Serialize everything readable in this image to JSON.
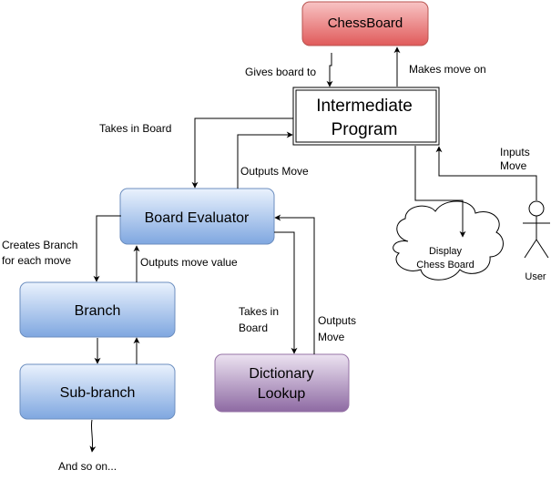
{
  "nodes": {
    "chessboard": {
      "label": "ChessBoard",
      "fill_top": "#f7b4b4",
      "fill_bottom": "#e05555",
      "stroke": "#b85450"
    },
    "intermediate": {
      "line1": "Intermediate",
      "line2": "Program"
    },
    "board_evaluator": {
      "label": "Board Evaluator",
      "fill_top": "#dae8fc",
      "fill_bottom": "#7ea6e0",
      "stroke": "#6c8ebf"
    },
    "branch": {
      "label": "Branch"
    },
    "sub_branch": {
      "label": "Sub-branch"
    },
    "dictionary": {
      "line1": "Dictionary",
      "line2": "Lookup",
      "fill_top": "#e1d5e7",
      "fill_bottom": "#8e6aa3",
      "stroke": "#9673a6"
    },
    "display": {
      "line1": "Display",
      "line2": "Chess Board"
    },
    "user": {
      "label": "User"
    },
    "and_so_on": {
      "label": "And so on..."
    }
  },
  "edge_labels": {
    "gives_board_to": "Gives board to",
    "makes_move_on": "Makes move on",
    "takes_in_board_top": "Takes in Board",
    "outputs_move_top": "Outputs Move",
    "inputs_move_1": "Inputs",
    "inputs_move_2": "Move",
    "creates_branch_1": "Creates Branch",
    "creates_branch_2": "for each move",
    "outputs_move_value": "Outputs move value",
    "takes_in_board_1": "Takes in",
    "takes_in_board_2": "Board",
    "outputs_move_1": "Outputs",
    "outputs_move_2": "Move"
  }
}
